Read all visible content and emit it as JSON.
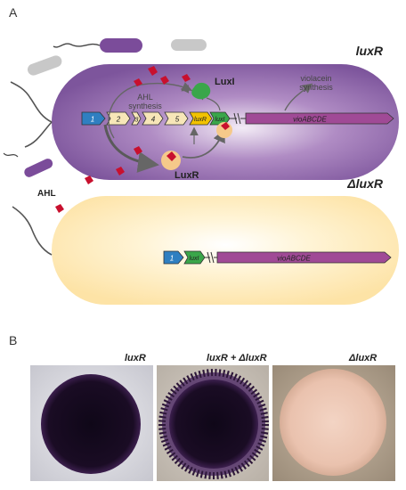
{
  "panel_a": {
    "letter": "A",
    "top_strain": "luxR",
    "bottom_strain": "ΔluxR",
    "ahl_label": "AHL",
    "ahl_synthesis": [
      "AHL",
      "synthesis"
    ],
    "violacein_synthesis": [
      "violacein",
      "synthesis"
    ],
    "luxI_protein": "LuxI",
    "luxR_protein": "LuxR",
    "top_genes": [
      "1",
      "2",
      "3",
      "4",
      "5",
      "luxR",
      "luxI",
      "vioABCDE"
    ],
    "bottom_genes": [
      "1",
      "luxI",
      "vioABCDE"
    ],
    "colors": {
      "cell_purple": "#8a63a8",
      "cell_cream": "#fde9b5",
      "ahl_red": "#c8102e",
      "gene_blue": "#2f7fc1",
      "gene_cream": "#f7e6b8",
      "gene_yellow": "#f2c200",
      "gene_green": "#3aa64a",
      "operon_purple": "#a04a96"
    }
  },
  "panel_b": {
    "letter": "B",
    "labels": [
      "luxR",
      "luxR + ΔluxR",
      "ΔluxR"
    ]
  }
}
